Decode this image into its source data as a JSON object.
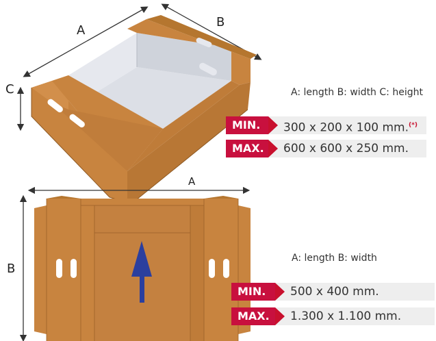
{
  "colors": {
    "cardboard": "#c8843f",
    "cardboard_dark": "#a96a2d",
    "interior": "#dcdfe6",
    "accent_red": "#c8102e",
    "arrow_blue": "#2b3f9e",
    "value_bg": "#eeeeee"
  },
  "top_box": {
    "dim_a": "A",
    "dim_b": "B",
    "dim_c": "C",
    "legend": "A: length B: width C: height",
    "min_label": "MIN.",
    "min_value": "300 x 200 x 100 mm.",
    "min_note": "(*)",
    "max_label": "MAX.",
    "max_value": "600 x 600 x 250 mm."
  },
  "bottom_blank": {
    "dim_a": "A",
    "dim_b": "B",
    "legend": "A: length B: width",
    "min_label": "MIN.",
    "min_value": "500 x 400 mm.",
    "max_label": "MAX.",
    "max_value": "1.300 x 1.100 mm.",
    "arrow_icon": "up-arrow-icon"
  }
}
